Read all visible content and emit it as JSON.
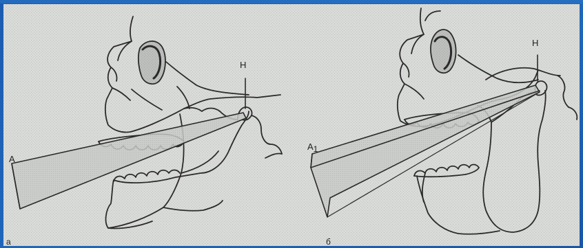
{
  "slide": {
    "background_color": "#1d63b5",
    "panel_color": "#d7d9d6"
  },
  "figure_a": {
    "point_labels": {
      "hinge_point": "H",
      "projection_point": "A"
    },
    "panel_label": "a"
  },
  "figure_b": {
    "point_labels": {
      "hinge_point": "H",
      "projection_point": "A",
      "projection_subscript": "1"
    },
    "panel_label": "б"
  }
}
